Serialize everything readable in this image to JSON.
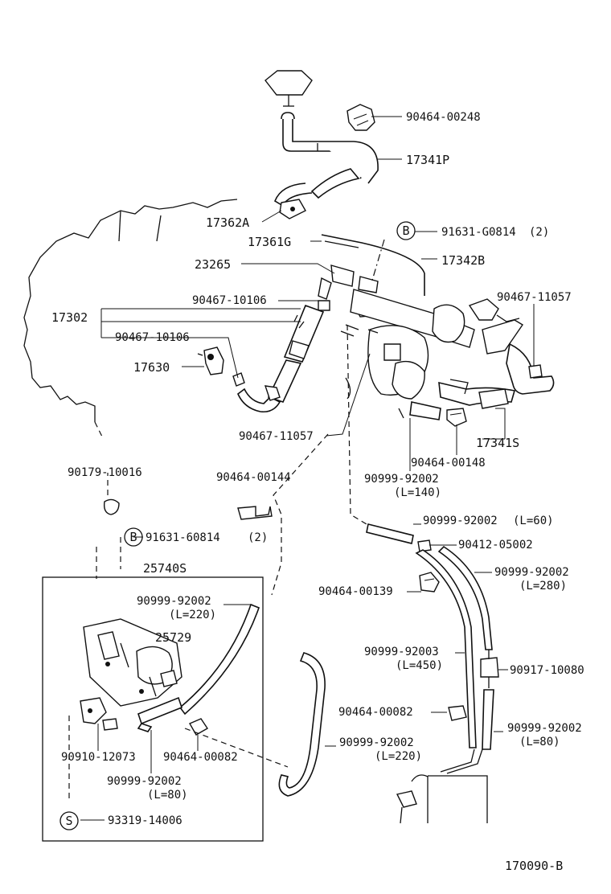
{
  "labels": {
    "p90464_00248": "90464-00248",
    "p17341P": "17341P",
    "p17362A": "17362A",
    "p91631_G0814": "91631-G0814",
    "q2a": "(2)",
    "p17361G": "17361G",
    "p17342B": "17342B",
    "p23265": "23265",
    "p90467_10106a": "90467-10106",
    "p90467_11057a": "90467-11057",
    "p17302": "17302",
    "p90467_10106b": "90467-10106",
    "p17630": "17630",
    "p90467_11057b": "90467-11057",
    "p17341S": "17341S",
    "p90464_00148": "90464-00148",
    "p90999_92002_140": "90999-92002",
    "l140": "(L=140)",
    "p90179_10016": "90179-10016",
    "p90464_00144": "90464-00144",
    "p91631_60814": "91631-60814",
    "q2b": "(2)",
    "p90999_92002_60": "90999-92002",
    "l60": "(L=60)",
    "p90412_05002": "90412-05002",
    "p25740S": "25740S",
    "p90999_92002_280": "90999-92002",
    "l280": "(L=280)",
    "p90999_92002_220a": "90999-92002",
    "l220a": "(L=220)",
    "p90464_00139": "90464-00139",
    "p25729": "25729",
    "p90999_92003": "90999-92003",
    "l450": "(L=450)",
    "p90917_10080": "90917-10080",
    "p90464_00082a": "90464-00082",
    "p90999_92002_80a": "90999-92002",
    "l80a": "(L=80)",
    "p90910_12073": "90910-12073",
    "p90464_00082b": "90464-00082",
    "p90999_92002_220b": "90999-92002",
    "l220b": "(L=220)",
    "p90999_92002_80b": "90999-92002",
    "l80b": "(L=80)",
    "p93319_14006": "93319-14006",
    "diagram_id": "170090-B"
  },
  "symbols": {
    "b1": "B",
    "b2": "B",
    "s1": "S"
  }
}
